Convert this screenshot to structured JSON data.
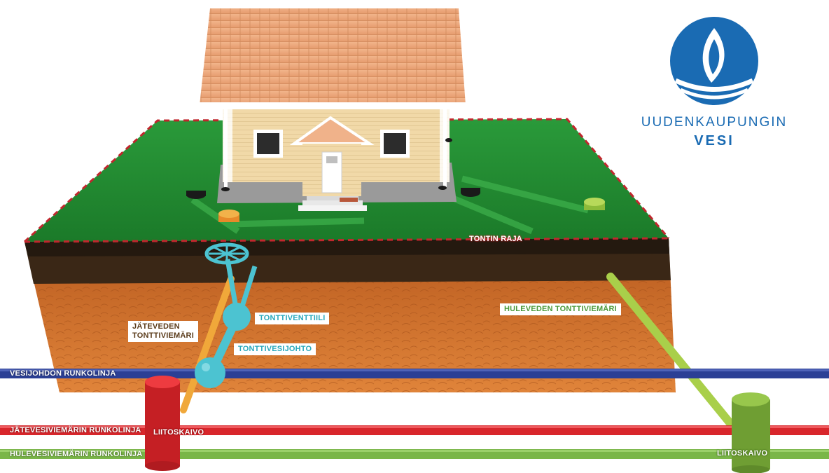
{
  "logo": {
    "line1": "UUDENKAUPUNGIN",
    "line2": "VESI",
    "brand_color": "#1a6bb3"
  },
  "labels": {
    "plot_boundary": "TONTIN RAJA",
    "wastewater_branch_line1": "JÄTEVEDEN",
    "wastewater_branch_line2": "TONTTIVIEMÄRI",
    "plot_valve": "TONTTIVENTTIILI",
    "plot_water_pipe": "TONTTIVESIJOHTO",
    "stormwater_branch": "HULEVEDEN TONTTIVIEMÄRI",
    "water_main": "VESIJOHDON RUNKOLINJA",
    "wastewater_main": "JÄTEVESIVIEMÄRIN RUNKOLINJA",
    "stormwater_main": "HULEVESIVIEMÄRIN RUNKOLINJA",
    "connection_well_left": "LIITOSKAIVO",
    "connection_well_right": "LIITOSKAIVO"
  },
  "colors": {
    "water": "#2b3f95",
    "wastewater": "#d8262b",
    "stormwater": "#7ab648",
    "valve": "#4cc3d1",
    "soil": "#d8742c",
    "grass": "#1f8a2e"
  }
}
